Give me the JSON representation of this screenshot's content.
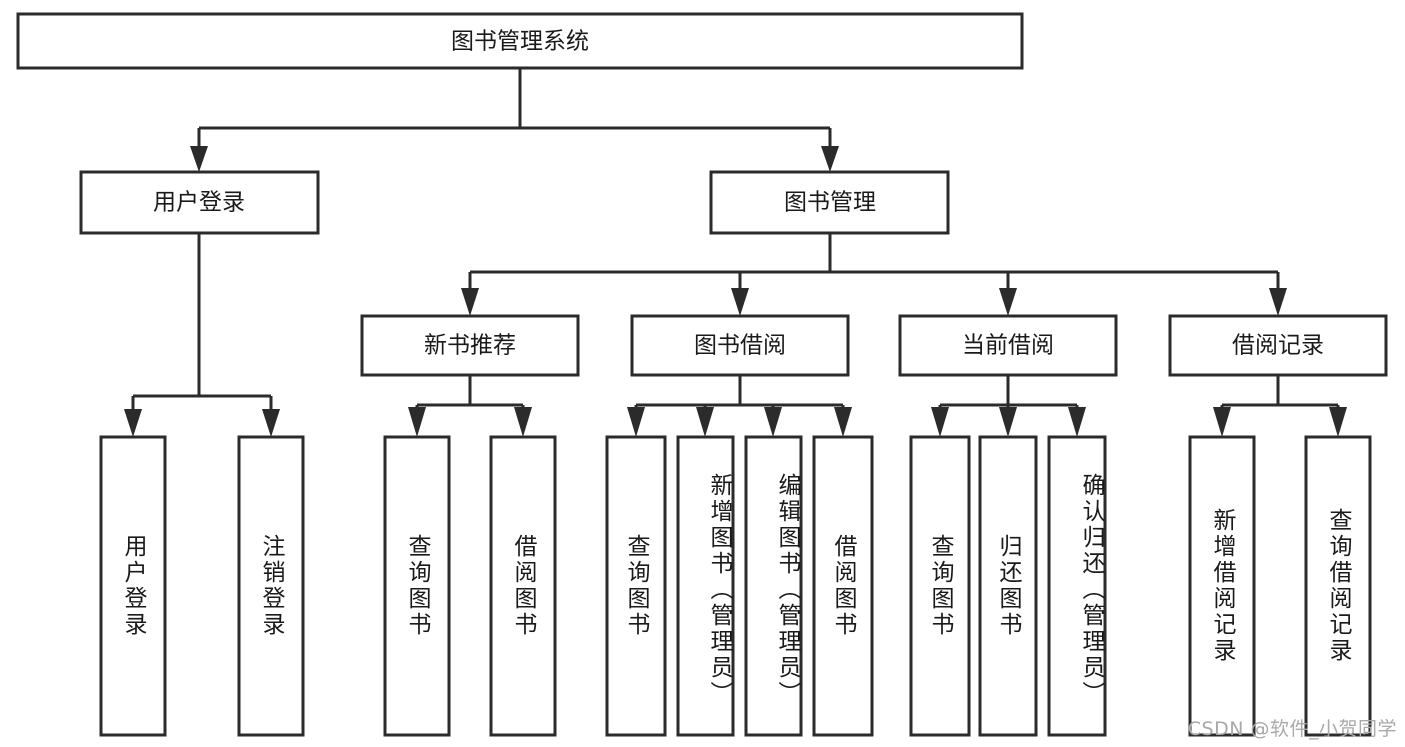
{
  "diagram": {
    "title": "图书管理系统",
    "watermark": "CSDN @软件_小贺同学",
    "colors": {
      "box_stroke": "#2b2b2b",
      "box_fill": "#ffffff",
      "connector": "#2b2b2b",
      "text": "#1a1a1a",
      "watermark": "#a9a9a9",
      "background": "#ffffff"
    },
    "root": {
      "label": "图书管理系统"
    },
    "level2": [
      {
        "label": "用户登录"
      },
      {
        "label": "图书管理"
      }
    ],
    "level3": [
      {
        "label": "新书推荐"
      },
      {
        "label": "图书借阅"
      },
      {
        "label": "当前借阅"
      },
      {
        "label": "借阅记录"
      }
    ],
    "leaves": {
      "user_login": [
        {
          "label": "用户登录"
        },
        {
          "label": "注销登录"
        }
      ],
      "new_book": [
        {
          "label": "查询图书"
        },
        {
          "label": "借阅图书"
        }
      ],
      "borrow_book": [
        {
          "label": "查询图书"
        },
        {
          "label": "新增图书（管理员）"
        },
        {
          "label": "编辑图书（管理员）"
        },
        {
          "label": "借阅图书"
        }
      ],
      "current_borrow": [
        {
          "label": "查询图书"
        },
        {
          "label": "归还图书"
        },
        {
          "label": "确认归还（管理员）"
        }
      ],
      "borrow_record": [
        {
          "label": "新增借阅记录"
        },
        {
          "label": "查询借阅记录"
        }
      ]
    }
  }
}
